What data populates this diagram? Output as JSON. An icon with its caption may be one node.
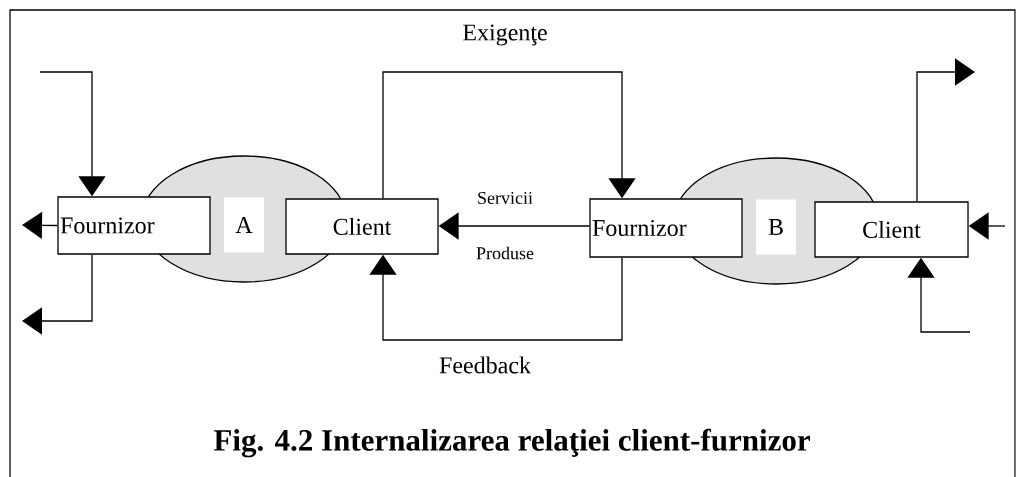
{
  "diagram": {
    "caption": "Fig. 4.2 Internalizarea relaţiei client-furnizor",
    "nodes": [
      {
        "text": [
          "A"
        ]
      },
      {
        "text": [
          "Fournizor"
        ]
      },
      {
        "text": [
          "Client"
        ]
      },
      {
        "text": [
          "B"
        ]
      },
      {
        "text": [
          "Fournizor"
        ]
      },
      {
        "text": [
          "Client"
        ]
      }
    ],
    "edges": [
      {
        "from": null,
        "to": 1,
        "arrow": "to"
      },
      {
        "from": 1,
        "to": null,
        "arrow": "to"
      },
      {
        "from": 1,
        "to": null,
        "arrow": "to"
      },
      {
        "from": 2,
        "to": 4,
        "arrow": "to",
        "label": "Exigenţe"
      },
      {
        "from": 4,
        "to": 2,
        "arrow": "to",
        "label": "Servicii"
      },
      {
        "from": 4,
        "to": 2,
        "arrow": "to",
        "label": "Feedback"
      },
      {
        "from": 5,
        "to": null,
        "arrow": "to"
      },
      {
        "from": null,
        "to": 5,
        "arrow": "to"
      },
      {
        "from": null,
        "to": 5,
        "arrow": "to"
      }
    ],
    "labels": [
      "Produse"
    ]
  }
}
